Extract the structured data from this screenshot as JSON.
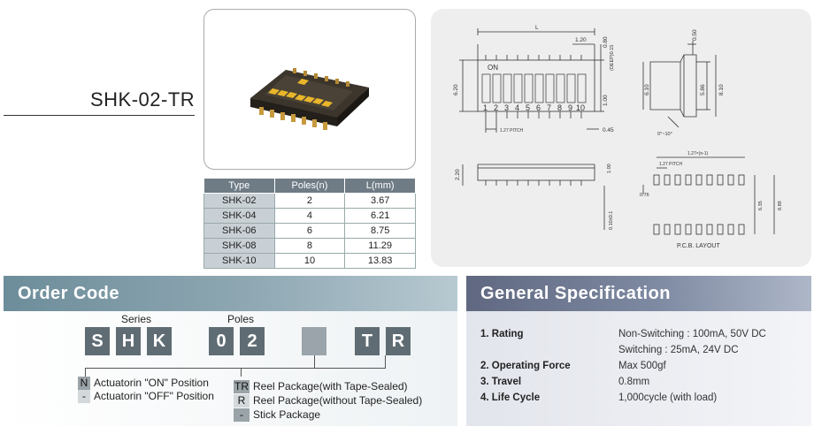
{
  "product": {
    "model": "SHK-02-TR"
  },
  "type_table": {
    "headers": [
      "Type",
      "Poles(n)",
      "L(mm)"
    ],
    "rows": [
      [
        "SHK-02",
        "2",
        "3.67"
      ],
      [
        "SHK-04",
        "4",
        "6.21"
      ],
      [
        "SHK-06",
        "6",
        "8.75"
      ],
      [
        "SHK-08",
        "8",
        "11.29"
      ],
      [
        "SHK-10",
        "10",
        "13.83"
      ]
    ]
  },
  "drawing": {
    "top_view": {
      "dim_l": "L",
      "dim_pitch": "1.20",
      "dim_top": "0.80",
      "dim_gap": "(DEEP)0.15",
      "dim_pad": "1.00",
      "dim_height": "6.20",
      "dim_bottom": "0.45",
      "pitch_label": "1.27 PITCH",
      "on_label": "ON",
      "pin_numbers": [
        "1",
        "2",
        "3",
        "4",
        "5",
        "6",
        "7",
        "8",
        "9",
        "10"
      ]
    },
    "side_view": {
      "dim_top": "0.50",
      "dim_inner": "5.86",
      "dim_outer": "8.10",
      "dim_left": "6.10",
      "dim_angle": "0°~10°"
    },
    "front_view": {
      "dim_height": "2.20",
      "dim_lead": "0.10±0.1",
      "dim_right": "1.00"
    },
    "pcb": {
      "pitch_label": "1.27 PITCH",
      "dim_top": "1.27×(n-1)",
      "dim_pad": "0.76",
      "dim_h1": "6.35",
      "dim_h2": "8.89",
      "caption": "P.C.B. LAYOUT"
    }
  },
  "order_code": {
    "title": "Order Code",
    "series_label": "Series",
    "poles_label": "Poles",
    "boxes": [
      "S",
      "H",
      "K",
      "0",
      "2",
      "",
      "T",
      "R"
    ],
    "actuator_options": [
      {
        "code": "N",
        "text": "Actuatorin \"ON\" Position"
      },
      {
        "code": "-",
        "text": "Actuatorin \"OFF\" Position"
      }
    ],
    "package_options": [
      {
        "code": "TR",
        "text": "Reel Package(with Tape-Sealed)"
      },
      {
        "code": "R",
        "text": "Reel Package(without Tape-Sealed)"
      },
      {
        "code": "-",
        "text": "Stick Package"
      }
    ]
  },
  "general_spec": {
    "title": "General Specification",
    "items": [
      {
        "key": "1. Rating",
        "values": [
          "Non-Switching : 100mA, 50V DC",
          "Switching : 25mA, 24V DC"
        ]
      },
      {
        "key": "2. Operating Force",
        "values": [
          "Max 500gf"
        ]
      },
      {
        "key": "3. Travel",
        "values": [
          "0.8mm"
        ]
      },
      {
        "key": "4. Life Cycle",
        "values": [
          "1,000cycle (with load)"
        ]
      }
    ]
  }
}
